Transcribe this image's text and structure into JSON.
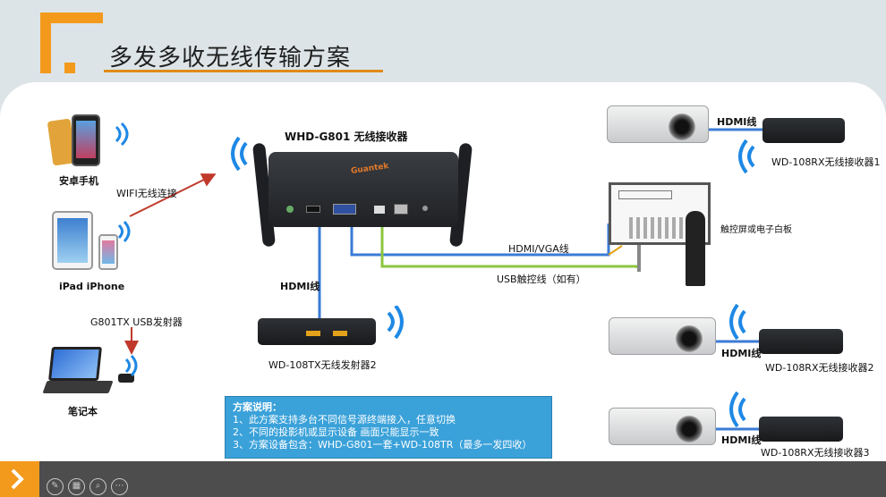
{
  "title": "多发多收无线传输方案",
  "labels": {
    "android_phone": "安卓手机",
    "ipad_iphone": "iPad iPhone",
    "laptop": "笔记本",
    "wifi_connect": "WIFI无线连接",
    "receiver_main": "WHD-G801 无线接收器",
    "tx_usb": "G801TX USB发射器",
    "hdmi_vga_line": "HDMI/VGA线",
    "usb_touch_line": "USB触控线（如有）",
    "hdmi_line_left": "HDMI线",
    "transmitter2": "WD-108TX无线发射器2",
    "whiteboard": "触控屏或电子白板",
    "hdmi_line_r1": "HDMI线",
    "rx1": "WD-108RX无线接收器1",
    "hdmi_line_r2": "HDMI线",
    "rx2": "WD-108RX无线接收器2",
    "hdmi_line_r3": "HDMI线",
    "rx3": "WD-108RX无线接收器3",
    "device_brand": "Guantek"
  },
  "notes": {
    "heading": "方案说明：",
    "items": [
      "1、此方案支持多台不同信号源终端接入，任意切换",
      "2、不同的投影机或显示设备 画面只能显示一致",
      "3、方案设备包含：WHD-G801一套+WD-108TR（最多一发四收）"
    ]
  },
  "colors": {
    "accent": "#f39a1c",
    "hdmi_cable": "#3a7bd5",
    "usb_cable": "#8cc63f",
    "wifi_arrow": "#c0392b",
    "wifi_signal": "#1e88e5",
    "notes_bg": "#3aa1d9"
  }
}
